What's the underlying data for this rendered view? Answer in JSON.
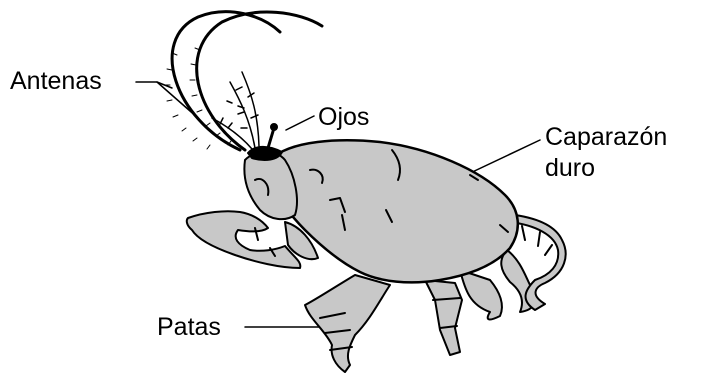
{
  "labels": {
    "antennae": "Antenas",
    "eyes": "Ojos",
    "shell_line1": "Caparazón",
    "shell_line2": "duro",
    "legs": "Patas"
  },
  "colors": {
    "body_fill": "#c8c8c8",
    "outline": "#000000",
    "background": "#ffffff"
  }
}
